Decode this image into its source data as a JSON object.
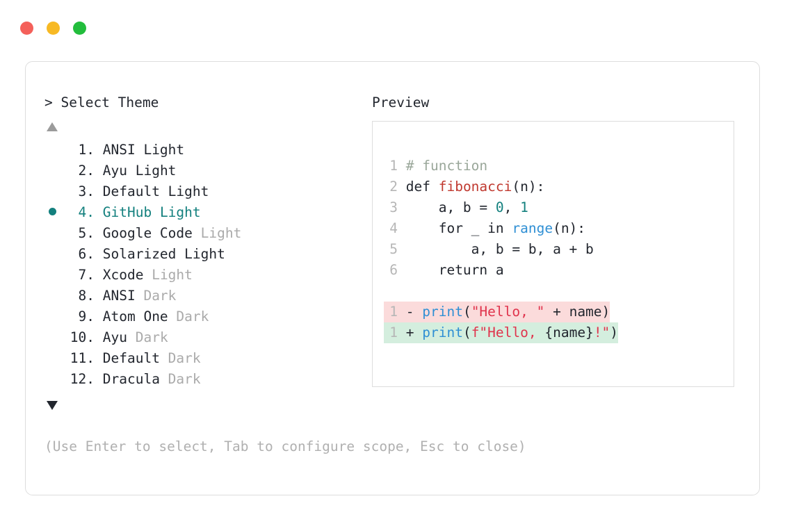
{
  "window": {
    "traffic_lights": [
      {
        "name": "close-button",
        "color": "#f4605a"
      },
      {
        "name": "minimize-button",
        "color": "#f7b924"
      },
      {
        "name": "maximize-button",
        "color": "#22bd3c"
      }
    ]
  },
  "left_panel": {
    "prompt_symbol": "> ",
    "title": "Select Theme",
    "scroll_up_indicator": "▲",
    "scroll_down_indicator": "▼",
    "selected_index": 4,
    "selected_bullet": "●",
    "items": [
      {
        "number": "1.",
        "name": "ANSI",
        "variant": "Light",
        "variant_muted": false,
        "selected": false
      },
      {
        "number": "2.",
        "name": "Ayu",
        "variant": "Light",
        "variant_muted": false,
        "selected": false
      },
      {
        "number": "3.",
        "name": "Default",
        "variant": "Light",
        "variant_muted": false,
        "selected": false
      },
      {
        "number": "4.",
        "name": "GitHub",
        "variant": "Light",
        "variant_muted": false,
        "selected": true
      },
      {
        "number": "5.",
        "name": "Google Code",
        "variant": "Light",
        "variant_muted": true,
        "selected": false
      },
      {
        "number": "6.",
        "name": "Solarized",
        "variant": "Light",
        "variant_muted": false,
        "selected": false
      },
      {
        "number": "7.",
        "name": "Xcode",
        "variant": "Light",
        "variant_muted": true,
        "selected": false
      },
      {
        "number": "8.",
        "name": "ANSI",
        "variant": "Dark",
        "variant_muted": true,
        "selected": false
      },
      {
        "number": "9.",
        "name": "Atom One",
        "variant": "Dark",
        "variant_muted": true,
        "selected": false
      },
      {
        "number": "10.",
        "name": "Ayu",
        "variant": "Dark",
        "variant_muted": true,
        "selected": false
      },
      {
        "number": "11.",
        "name": "Default",
        "variant": "Dark",
        "variant_muted": true,
        "selected": false
      },
      {
        "number": "12.",
        "name": "Dracula",
        "variant": "Dark",
        "variant_muted": true,
        "selected": false
      }
    ]
  },
  "right_panel": {
    "title": "Preview",
    "code_lines": [
      {
        "ln": "1",
        "tokens": [
          {
            "t": "# function",
            "c": "comment"
          }
        ]
      },
      {
        "ln": "2",
        "tokens": [
          {
            "t": "def ",
            "c": "plain"
          },
          {
            "t": "fibonacci",
            "c": "func"
          },
          {
            "t": "(n):",
            "c": "plain"
          }
        ]
      },
      {
        "ln": "3",
        "tokens": [
          {
            "t": "    a, b = ",
            "c": "plain"
          },
          {
            "t": "0",
            "c": "num"
          },
          {
            "t": ", ",
            "c": "plain"
          },
          {
            "t": "1",
            "c": "num"
          }
        ]
      },
      {
        "ln": "4",
        "tokens": [
          {
            "t": "    for _ in ",
            "c": "plain"
          },
          {
            "t": "range",
            "c": "builtin"
          },
          {
            "t": "(n):",
            "c": "plain"
          }
        ]
      },
      {
        "ln": "5",
        "tokens": [
          {
            "t": "        a, b = b, a + b",
            "c": "plain"
          }
        ]
      },
      {
        "ln": "6",
        "tokens": [
          {
            "t": "    return a",
            "c": "plain"
          }
        ]
      }
    ],
    "diff_lines": [
      {
        "ln": "1",
        "sign": "-",
        "kind": "deletion",
        "background": "#fbdbdb",
        "tokens": [
          {
            "t": "print",
            "c": "builtin"
          },
          {
            "t": "(",
            "c": "plain"
          },
          {
            "t": "\"Hello, \"",
            "c": "string"
          },
          {
            "t": " + name)",
            "c": "plain"
          }
        ]
      },
      {
        "ln": "1",
        "sign": "+",
        "kind": "addition",
        "background": "#d4eede",
        "tokens": [
          {
            "t": "print",
            "c": "builtin"
          },
          {
            "t": "(",
            "c": "plain"
          },
          {
            "t": "f\"Hello, ",
            "c": "string"
          },
          {
            "t": "{name}",
            "c": "plain"
          },
          {
            "t": "!\"",
            "c": "string"
          },
          {
            "t": ")",
            "c": "plain"
          }
        ]
      }
    ]
  },
  "footer": {
    "hint": "(Use Enter to select, Tab to configure scope, Esc to close)"
  },
  "colors": {
    "accent_teal": "#13807e",
    "text": "#22262e",
    "muted": "#aaaaaa",
    "border": "#dddddd",
    "line_number": "#b6b6b6"
  }
}
